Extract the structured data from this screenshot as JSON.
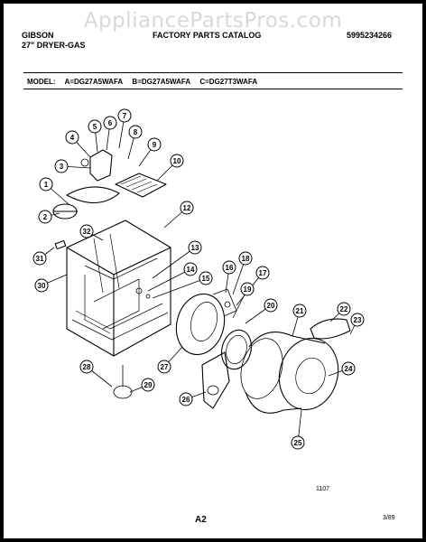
{
  "watermark": "AppliancePartsPros.com",
  "header": {
    "brand": "GIBSON",
    "product": "27\" DRYER-GAS",
    "catalog": "FACTORY PARTS CATALOG",
    "part_number": "5995234266"
  },
  "models": {
    "label": "MODEL:",
    "items": [
      "A=DG27A5WAFA",
      "B=DG27A5WAFA",
      "C=DG27T3WAFA"
    ]
  },
  "footer": {
    "figure_code": "1107",
    "page": "A2",
    "date": "3/89"
  },
  "callouts": [
    "1",
    "2",
    "3",
    "4",
    "5",
    "6",
    "7",
    "8",
    "9",
    "10",
    "12",
    "13",
    "14",
    "15",
    "16",
    "17",
    "18",
    "19",
    "20",
    "21",
    "22",
    "23",
    "24",
    "25",
    "26",
    "27",
    "28",
    "29",
    "30",
    "31",
    "32"
  ]
}
